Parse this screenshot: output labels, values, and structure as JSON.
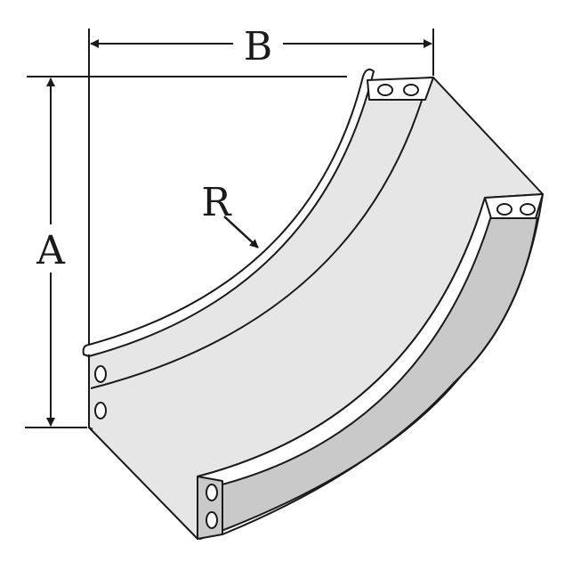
{
  "diagram": {
    "labels": {
      "A": "A",
      "B": "B",
      "R": "R"
    },
    "colors": {
      "ink": "#1a1a1a",
      "top_face": "#e6e6e6",
      "side_face": "#c9c9c9",
      "flange": "#ffffff",
      "background": "#ffffff"
    }
  }
}
